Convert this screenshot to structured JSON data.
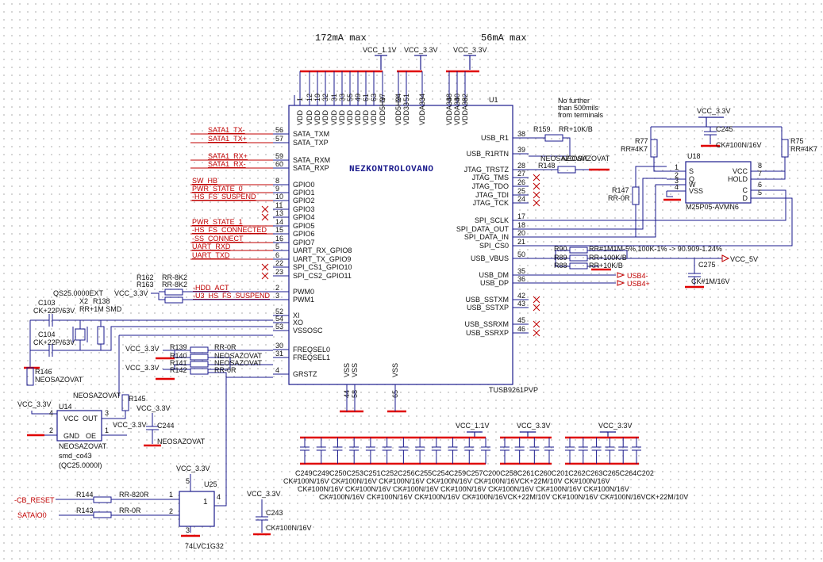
{
  "header": {
    "current_left": "172mA max",
    "current_right": "56mA max"
  },
  "power_labels": {
    "vcc11": "VCC_1.1V",
    "vcc33": "VCC_3.3V",
    "vcc5": "VCC_5V"
  },
  "u1": {
    "ref": "U1",
    "part": "TUSB9261PVP",
    "marking": "NEZKONTROLOVANO",
    "top_pins": [
      {
        "num": "1",
        "name": "VDD"
      },
      {
        "num": "12",
        "name": "VDD"
      },
      {
        "num": "19",
        "name": "VDD"
      },
      {
        "num": "32",
        "name": "VDD"
      },
      {
        "num": "31",
        "name": "VDD"
      },
      {
        "num": "33",
        "name": "VDD"
      },
      {
        "num": "55",
        "name": "VDD"
      },
      {
        "num": "49",
        "name": "VDD"
      },
      {
        "num": "61",
        "name": "VDD"
      },
      {
        "num": "63",
        "name": "VDD"
      },
      {
        "num": "37",
        "name": "VDD5HV"
      },
      {
        "num": "24",
        "name": "VDD5HV"
      },
      {
        "num": "51",
        "name": "VDD33"
      },
      {
        "num": "34",
        "name": "VDDA33"
      },
      {
        "num": "48",
        "name": "VDDA33"
      },
      {
        "num": "40",
        "name": "VDDA33"
      },
      {
        "num": "62",
        "name": "VDDA33"
      }
    ],
    "left_pins": [
      {
        "num": "56",
        "name": "SATA_TXM",
        "net": "SATA1_TX-"
      },
      {
        "num": "57",
        "name": "SATA_TXP",
        "net": "SATA1_TX+"
      },
      {
        "num": "59",
        "name": "SATA_RXM",
        "net": "SATA1_RX+"
      },
      {
        "num": "60",
        "name": "SATA_RXP",
        "net": "SATA1_RX-"
      },
      {
        "num": "8",
        "name": "GPIO0",
        "net": "SW_HB"
      },
      {
        "num": "9",
        "name": "GPIO1",
        "net": "PWR_STATE_0"
      },
      {
        "num": "10",
        "name": "GPIO2",
        "net": "-HS_FS_SUSPEND"
      },
      {
        "num": "11",
        "name": "GPIO3",
        "net": ""
      },
      {
        "num": "13",
        "name": "GPIO4",
        "net": ""
      },
      {
        "num": "14",
        "name": "GPIO5",
        "net": "PWR_STATE_1"
      },
      {
        "num": "15",
        "name": "GPIO6",
        "net": "-HS_FS_CONNECTED"
      },
      {
        "num": "16",
        "name": "GPIO7",
        "net": "-SS_CONNECT"
      },
      {
        "num": "5",
        "name": "UART_RX_GPIO8",
        "net": "UART_RXD"
      },
      {
        "num": "6",
        "name": "UART_TX_GPIO9",
        "net": "UART_TXD"
      },
      {
        "num": "22",
        "name": "SPI_CS1_GPIO10",
        "net": ""
      },
      {
        "num": "23",
        "name": "SPI_CS2_GPIO11",
        "net": ""
      },
      {
        "num": "2",
        "name": "PWM0",
        "net": "-HDD_ACT"
      },
      {
        "num": "3",
        "name": "PWM1",
        "net": "-U3_HS_FS_SUSPEND"
      },
      {
        "num": "52",
        "name": "XI",
        "net": ""
      },
      {
        "num": "54",
        "name": "XO",
        "net": ""
      },
      {
        "num": "53",
        "name": "VSSOSC",
        "net": ""
      },
      {
        "num": "30",
        "name": "FREQSEL0",
        "net": ""
      },
      {
        "num": "31",
        "name": "FREQSEL1",
        "net": ""
      },
      {
        "num": "4",
        "name": "GRSTZ",
        "net": ""
      }
    ],
    "right_pins": [
      {
        "num": "38",
        "name": "USB_R1"
      },
      {
        "num": "39",
        "name": "USB_R1RTN"
      },
      {
        "num": "28",
        "name": "JTAG_TRSTZ"
      },
      {
        "num": "27",
        "name": "JTAG_TMS"
      },
      {
        "num": "26",
        "name": "JTAG_TDO"
      },
      {
        "num": "25",
        "name": "JTAG_TDI"
      },
      {
        "num": "24",
        "name": "JTAG_TCK"
      },
      {
        "num": "17",
        "name": "SPI_SCLK"
      },
      {
        "num": "18",
        "name": "SPI_DATA_OUT"
      },
      {
        "num": "20",
        "name": "SPI_DATA_IN"
      },
      {
        "num": "21",
        "name": "SPI_CS0"
      },
      {
        "num": "50",
        "name": "USB_VBUS"
      },
      {
        "num": "35",
        "name": "USB_DM"
      },
      {
        "num": "36",
        "name": "USB_DP"
      },
      {
        "num": "42",
        "name": "USB_SSTXM"
      },
      {
        "num": "43",
        "name": "USB_SSTXP"
      },
      {
        "num": "45",
        "name": "USB_SSRXM"
      },
      {
        "num": "46",
        "name": "USB_SSRXP"
      }
    ],
    "bottom_pins": [
      {
        "num": "44",
        "name": "VSS"
      },
      {
        "num": "58",
        "name": "VSS"
      },
      {
        "num": "65",
        "name": "VSS"
      }
    ]
  },
  "annotations": {
    "jtag_note": [
      "No further",
      "than 500mils",
      "from terminals"
    ],
    "vbus_ratio": "RR#1M1M-5%,100K-1% -> 90.909-1.24%"
  },
  "parts": {
    "r159": {
      "ref": "R159",
      "value": "RR+10K/B"
    },
    "neosaz_r1": "NEOSAZOVAT",
    "r148": {
      "ref": "R148",
      "value": "NEOSAZOVAT"
    },
    "r90": "R90",
    "r89": {
      "ref": "R89",
      "value": "RR+100K/B"
    },
    "r88": {
      "ref": "R88",
      "value": "RR+10K/B"
    },
    "c275": {
      "ref": "C275",
      "value": "CK#1M/16V"
    },
    "usb4m": "USB4-",
    "usb4p": "USB4+",
    "c245": {
      "ref": "C245",
      "value": "CK#100N/16V"
    },
    "r77": {
      "ref": "R77",
      "value": "RR#4K7"
    },
    "r75": {
      "ref": "R75",
      "value": "RR#4K7"
    },
    "r147": {
      "ref": "R147",
      "value": "RR-0R"
    },
    "u18": {
      "ref": "U18",
      "part": "M25P05-AVMN6",
      "pins_left": [
        {
          "num": "1",
          "name": "S"
        },
        {
          "num": "2",
          "name": "Q"
        },
        {
          "num": "3",
          "name": "W"
        },
        {
          "num": "4",
          "name": "VSS"
        }
      ],
      "pins_right": [
        {
          "num": "8",
          "name": "VCC"
        },
        {
          "num": "7",
          "name": "HOLD"
        },
        {
          "num": "6",
          "name": "C"
        },
        {
          "num": "5",
          "name": "D"
        }
      ]
    },
    "r162": {
      "ref": "R162",
      "value": "RR-8K2"
    },
    "r163": {
      "ref": "R163",
      "value": "RR-8K2"
    },
    "x2": {
      "ref": "X2",
      "value": "QS25.0000EXT"
    },
    "r138": {
      "ref": "R138",
      "value": "RR+1M SMD"
    },
    "c103": {
      "ref": "C103",
      "value": "CK+22P/63V"
    },
    "c104": {
      "ref": "C104",
      "value": "CK+22P/63V"
    },
    "r146": {
      "ref": "R146",
      "value": "NEOSAZOVAT"
    },
    "r139": {
      "ref": "R139",
      "value": "RR-0R"
    },
    "r140": {
      "ref": "R140",
      "value": "NEOSAZOVAT"
    },
    "r141": {
      "ref": "R141",
      "value": "NEOSAZOVAT"
    },
    "r142": {
      "ref": "R142",
      "value": "RR-0R"
    },
    "r145": {
      "ref": "R145",
      "value": "NEOSAZOVAT"
    },
    "u14": {
      "ref": "U14",
      "value": "NEOSAZOVAT",
      "footprint": "smd_co43",
      "code": "(QC25.0000I)",
      "pins": [
        {
          "num": "4",
          "name": "VCC"
        },
        {
          "num": "3",
          "name": "OUT"
        },
        {
          "num": "2",
          "name": "GND"
        },
        {
          "num": "1",
          "name": "OE"
        }
      ]
    },
    "c244": {
      "ref": "C244",
      "value": "NEOSAZOVAT"
    },
    "u25": {
      "ref": "U25",
      "part": "74LVC1G32",
      "pins": [
        "5",
        "1",
        "2",
        "3",
        "4"
      ]
    },
    "r144": {
      "ref": "R144",
      "value": "RR-820R"
    },
    "r143": {
      "ref": "R143",
      "value": "RR-0R"
    },
    "cb_reset": "-CB_RESET",
    "sataio": "SATAIO0",
    "c243": {
      "ref": "C243",
      "value": "CK#100N/16V"
    }
  },
  "cap_bank": {
    "refs_row": "C249C249C250C253C251C252C256C255C254C259C257C200C258C261C260C201C262C263C265C264C202",
    "value_rows": [
      "CK#100N/16V CK#100N/16V CK#100N/16V CK#100N/16V  CK#100N/16VCK+22M/10V  CK#100N/16V",
      "CK#100N/16V CK#100N/16V CK#100N/16V CK#100N/16V  CK#100N/16V CK#100N/16V CK#100N/16V",
      "CK#100N/16V CK#100N/16V CK#100N/16V CK#100N/16VCK+22M/10V  CK#100N/16V CK#100N/16VCK+22M/10V"
    ]
  }
}
